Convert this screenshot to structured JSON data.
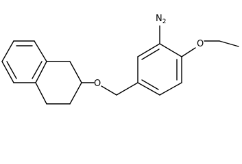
{
  "molecule": {
    "atoms": {
      "amine": {
        "element": "N",
        "hydrogens": "2"
      },
      "ether_o": {
        "element": "O"
      },
      "methoxy_o": {
        "element": "O"
      }
    }
  },
  "colors": {
    "bond": "#000000",
    "background": "#ffffff"
  }
}
